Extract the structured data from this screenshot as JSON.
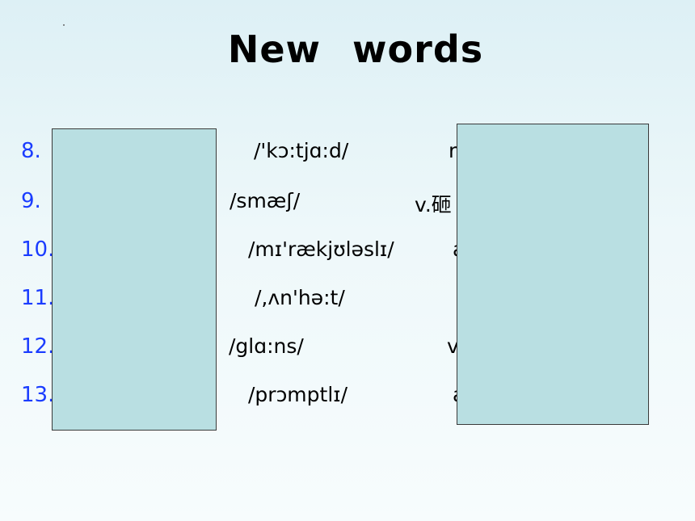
{
  "title": "New words",
  "rows": [
    {
      "num": "8.",
      "phonetic": "/'kɔ:tjɑ:d/",
      "pos": "n"
    },
    {
      "num": "9.",
      "phonetic": "/smæʃ/",
      "pos": "v.砸"
    },
    {
      "num": "10.",
      "phonetic": "/mɪ'rækjʊləslɪ/",
      "pos": "a"
    },
    {
      "num": "11.",
      "phonetic": "/,ʌn'hə:t/",
      "pos": ""
    },
    {
      "num": "12.",
      "phonetic": "/glɑ:ns/",
      "pos": "v"
    },
    {
      "num": "13.",
      "phonetic": "/prɔmptlɪ/",
      "pos": "a"
    }
  ]
}
